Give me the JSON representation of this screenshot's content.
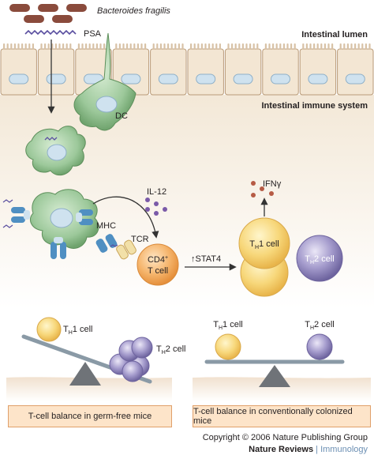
{
  "bacteria_label": "Bacteroides fragilis",
  "psa_label": "PSA",
  "lumen_label": "Intestinal lumen",
  "immune_label": "Intestinal immune system",
  "dc_label": "DC",
  "il12_label": "IL-12",
  "mhc_label": "MHC",
  "tcr_label": "TCR",
  "cd4_line1": "CD4",
  "cd4_sup": "+",
  "cd4_line2": "T cell",
  "stat4_label": "STAT4",
  "ifng_label": "IFNγ",
  "th1": {
    "t": "T",
    "sub": "H",
    "rest": "1 cell"
  },
  "th2": {
    "t": "T",
    "sub": "H",
    "rest": "2 cell"
  },
  "captions": {
    "germ_free": "T-cell balance in germ-free mice",
    "colonized": "T-cell balance in conventionally colonized mice"
  },
  "footer": {
    "copyright": "Copyright © 2006 Nature Publishing Group",
    "journal": "Nature Reviews",
    "separator": " | ",
    "section": "Immunology"
  },
  "colors": {
    "bacteria": "#8a4b3c",
    "epithelium": "#f3e6d3",
    "nucleus": "#cfe2ef",
    "dendritic_cell": "#9cc89a",
    "receptor_blue": "#4f8fc2",
    "th1_yellow": "#f7d77a",
    "th2_purple": "#8d84b8",
    "cd4_orange": "#f0a85a",
    "caption_bg": "#fde4c9"
  }
}
